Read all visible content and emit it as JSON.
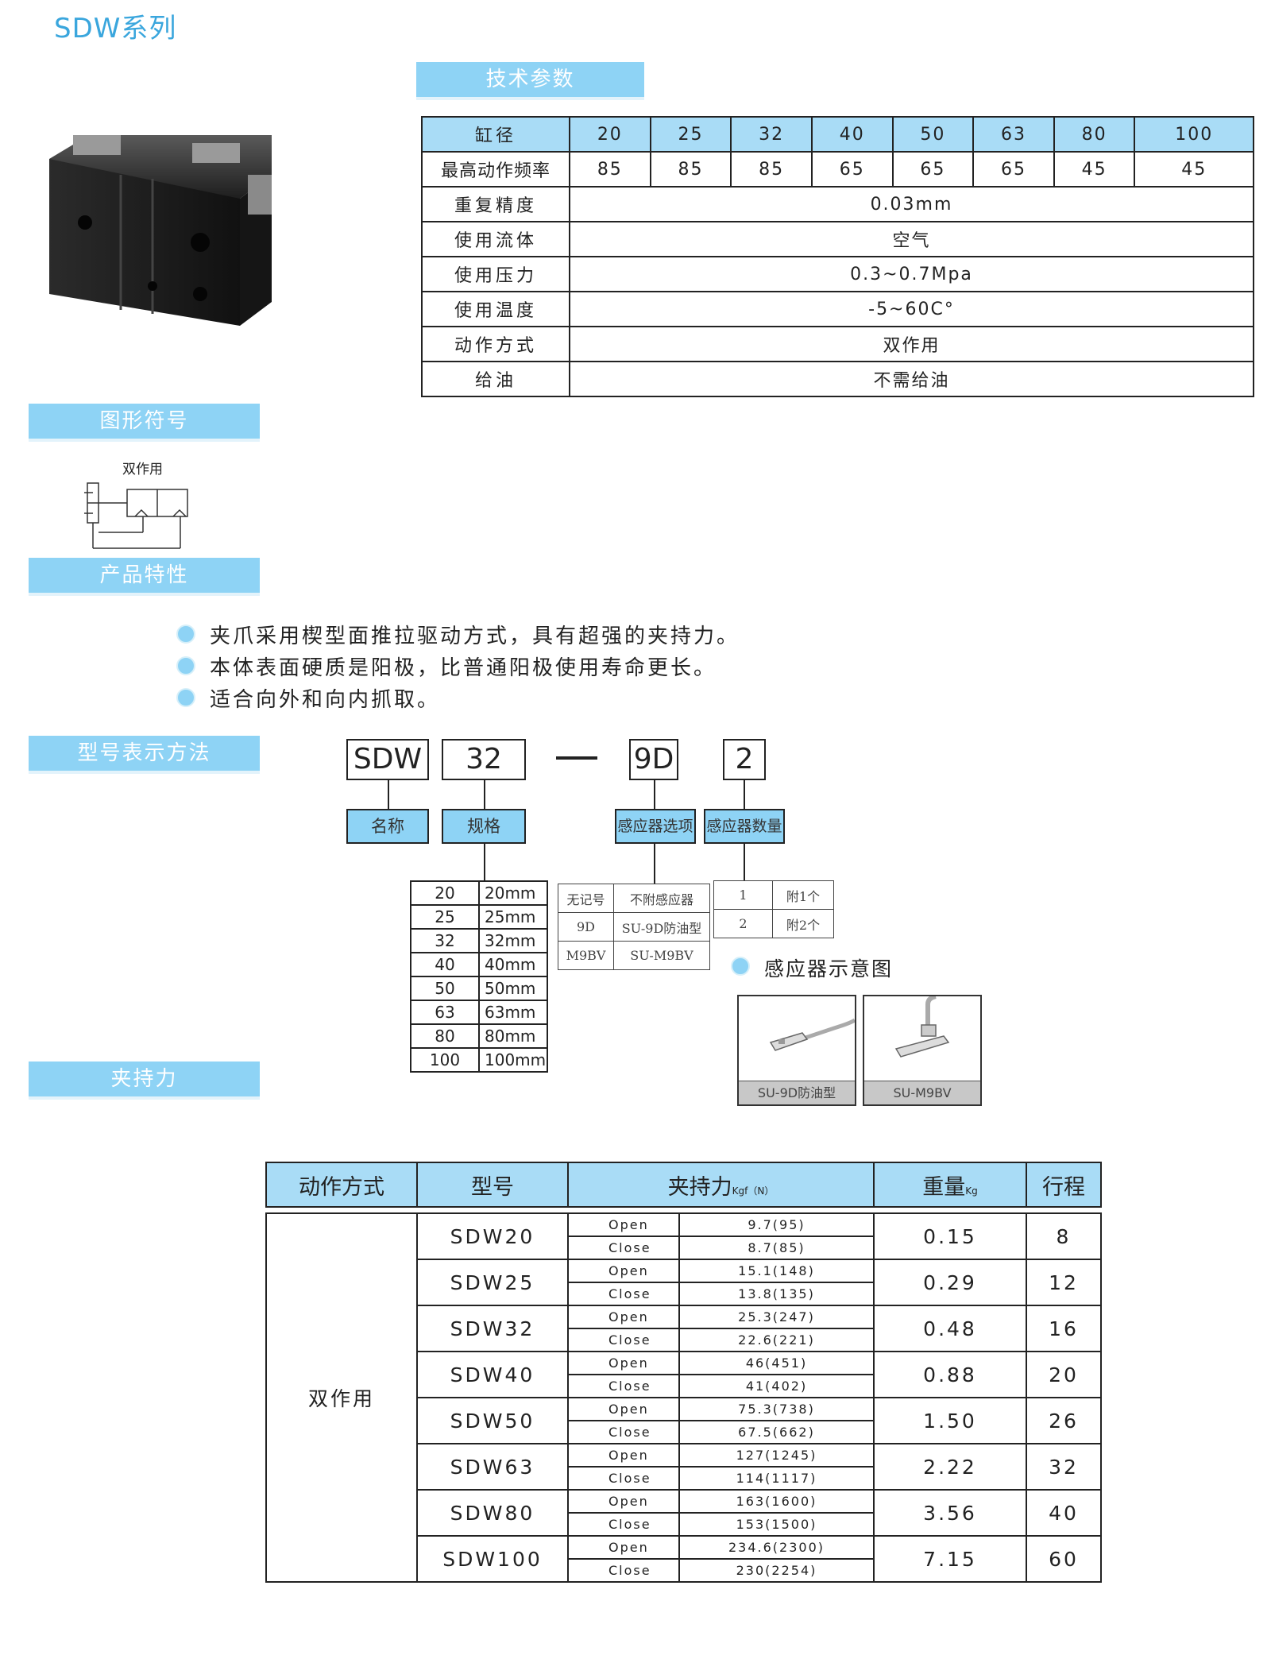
{
  "series_title": "SDW系列",
  "sections": {
    "tech": "技术参数",
    "symbol": "图形符号",
    "features": "产品特性",
    "model": "型号表示方法",
    "force": "夹持力"
  },
  "tech_table": {
    "bore_label": "缸径",
    "bores": [
      "20",
      "25",
      "32",
      "40",
      "50",
      "63",
      "80",
      "100"
    ],
    "freq_label": "最高动作频率",
    "freqs": [
      "85",
      "85",
      "85",
      "65",
      "65",
      "65",
      "45",
      "45"
    ],
    "rows": [
      {
        "label": "重复精度",
        "value": "0.03mm"
      },
      {
        "label": "使用流体",
        "value": "空气"
      },
      {
        "label": "使用压力",
        "value": "0.3~0.7Mpa"
      },
      {
        "label": "使用温度",
        "value": "-5~60C°"
      },
      {
        "label": "动作方式",
        "value": "双作用"
      },
      {
        "label": "给油",
        "value": "不需给油"
      }
    ]
  },
  "symbol_caption": "双作用",
  "features": [
    "夹爪采用楔型面推拉驱动方式，具有超强的夹持力。",
    "本体表面硬质是阳极，比普通阳极使用寿命更长。",
    "适合向外和向内抓取。"
  ],
  "model_code": {
    "parts": [
      "SDW",
      "32",
      "—",
      "9D",
      "2"
    ],
    "labels": [
      "名称",
      "规格",
      "感应器选项",
      "感应器数量"
    ],
    "specs": [
      [
        "20",
        "20mm"
      ],
      [
        "25",
        "25mm"
      ],
      [
        "32",
        "32mm"
      ],
      [
        "40",
        "40mm"
      ],
      [
        "50",
        "50mm"
      ],
      [
        "63",
        "63mm"
      ],
      [
        "80",
        "80mm"
      ],
      [
        "100",
        "100mm"
      ]
    ],
    "sensor_options": [
      [
        "无记号",
        "不附感应器"
      ],
      [
        "9D",
        "SU-9D防油型"
      ],
      [
        "M9BV",
        "SU-M9BV"
      ]
    ],
    "sensor_qty": [
      [
        "1",
        "附1个"
      ],
      [
        "2",
        "附2个"
      ]
    ],
    "sensor_diagram_title": "感应器示意图",
    "sensor_models": [
      "SU-9D防油型",
      "SU-M9BV"
    ]
  },
  "force_table": {
    "headers": {
      "action": "动作方式",
      "model": "型号",
      "force": "夹持力",
      "force_unit": "Kgf（N）",
      "weight": "重量",
      "weight_unit": "Kg",
      "stroke": "行程"
    },
    "action": "双作用",
    "open_label": "Open",
    "close_label": "Close",
    "rows": [
      {
        "model": "SDW20",
        "open": "9.7(95)",
        "close": "8.7(85)",
        "weight": "0.15",
        "stroke": "8"
      },
      {
        "model": "SDW25",
        "open": "15.1(148)",
        "close": "13.8(135)",
        "weight": "0.29",
        "stroke": "12"
      },
      {
        "model": "SDW32",
        "open": "25.3(247)",
        "close": "22.6(221)",
        "weight": "0.48",
        "stroke": "16"
      },
      {
        "model": "SDW40",
        "open": "46(451)",
        "close": "41(402)",
        "weight": "0.88",
        "stroke": "20"
      },
      {
        "model": "SDW50",
        "open": "75.3(738)",
        "close": "67.5(662)",
        "weight": "1.50",
        "stroke": "26"
      },
      {
        "model": "SDW63",
        "open": "127(1245)",
        "close": "114(1117)",
        "weight": "2.22",
        "stroke": "32"
      },
      {
        "model": "SDW80",
        "open": "163(1600)",
        "close": "153(1500)",
        "weight": "3.56",
        "stroke": "40"
      },
      {
        "model": "SDW100",
        "open": "234.6(2300)",
        "close": "230(2254)",
        "weight": "7.15",
        "stroke": "60"
      }
    ]
  }
}
